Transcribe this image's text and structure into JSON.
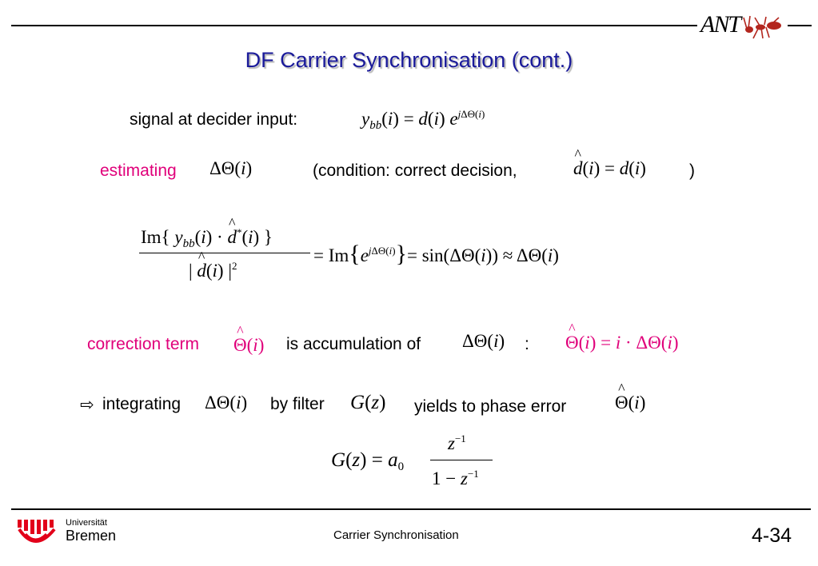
{
  "header": {
    "logo_text": "ANT",
    "title": "DF Carrier Synchronisation (cont.)"
  },
  "content": {
    "signal_label": "signal at decider input:",
    "estimating_label": "estimating",
    "condition_label": "(condition: correct decision,",
    "condition_close": ")",
    "correction_label": "correction term",
    "accumulation_label": "is accumulation of",
    "accumulation_colon": ":",
    "arrow_symbol": "⇨",
    "integrating_label": "integrating",
    "filter_label": "by filter",
    "yields_label": "yields to phase error"
  },
  "footer": {
    "university_line1": "Universität",
    "university_line2": "Bremen",
    "center_text": "Carrier Synchronisation",
    "page_number": "4-34"
  },
  "colors": {
    "title": "#1a1a9a",
    "accent": "#e0007a",
    "logo_red": "#e2001a"
  }
}
